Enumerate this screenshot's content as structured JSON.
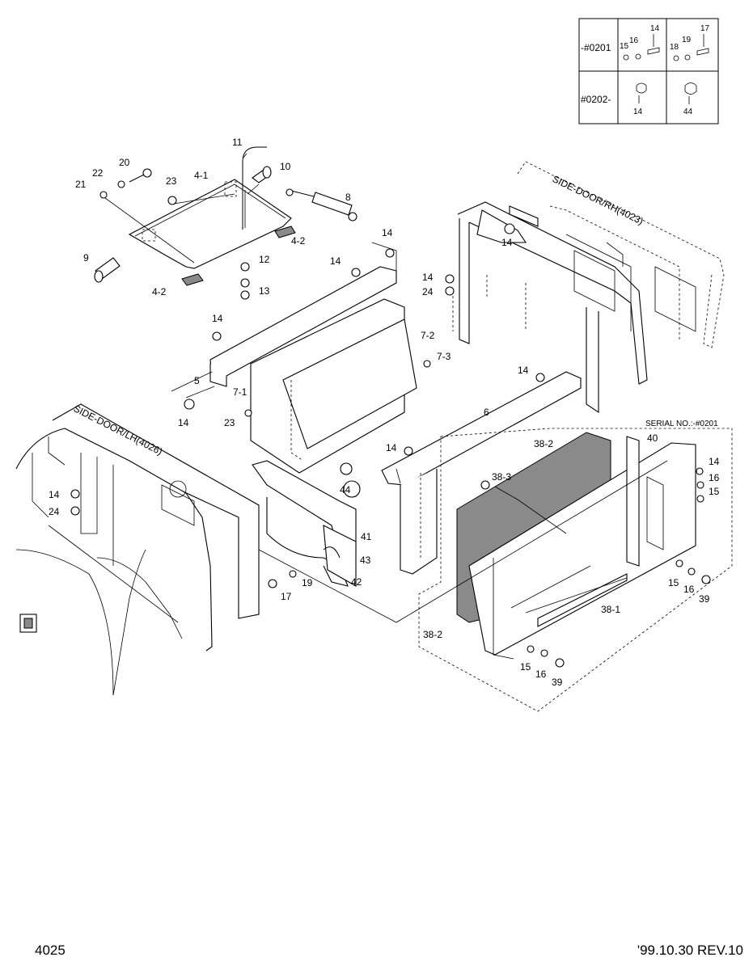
{
  "footer": {
    "page_number": "4025",
    "revision": "'99.10.30  REV.10"
  },
  "serial_note": "SERIAL NO.:-#0201",
  "side_doors": {
    "rh": "SIDE-DOOR/RH(4023)",
    "lh": "SIDE-DOOR/LH(4026)"
  },
  "serial_table": {
    "rows": [
      {
        "label": "-#0201",
        "cell1": [
          "14",
          "15",
          "16"
        ],
        "cell2": [
          "17",
          "18",
          "19"
        ]
      },
      {
        "label": "#0202-",
        "cell1": [
          "14"
        ],
        "cell2": [
          "44"
        ]
      }
    ]
  },
  "callouts": {
    "c11": "11",
    "c10": "10",
    "c20": "20",
    "c22": "22",
    "c21": "21",
    "c23a": "23",
    "c4_1": "4-1",
    "c8": "8",
    "c4_2a": "4-2",
    "c9": "9",
    "c12": "12",
    "c4_2b": "4-2",
    "c13": "13",
    "c14a": "14",
    "c14b": "14",
    "c14c": "14",
    "c24a": "24",
    "c7_2": "7-2",
    "c14d": "14",
    "c7_3": "7-3",
    "c5": "5",
    "c7_1": "7-1",
    "c14e": "14",
    "c14f": "14",
    "c23b": "23",
    "c6": "6",
    "c14g": "14",
    "c44": "44",
    "c14h": "14",
    "c24b": "24",
    "c41": "41",
    "c43": "43",
    "c19": "19",
    "c42": "42",
    "c17": "17",
    "c14i": "14",
    "c38_2a": "38-2",
    "c40": "40",
    "c38_3": "38-3",
    "c16a": "16",
    "c15a": "15",
    "c15b": "15",
    "c16b": "16",
    "c39a": "39",
    "c38_1": "38-1",
    "c38_2b": "38-2",
    "c15c": "15",
    "c16c": "16",
    "c39b": "39"
  }
}
